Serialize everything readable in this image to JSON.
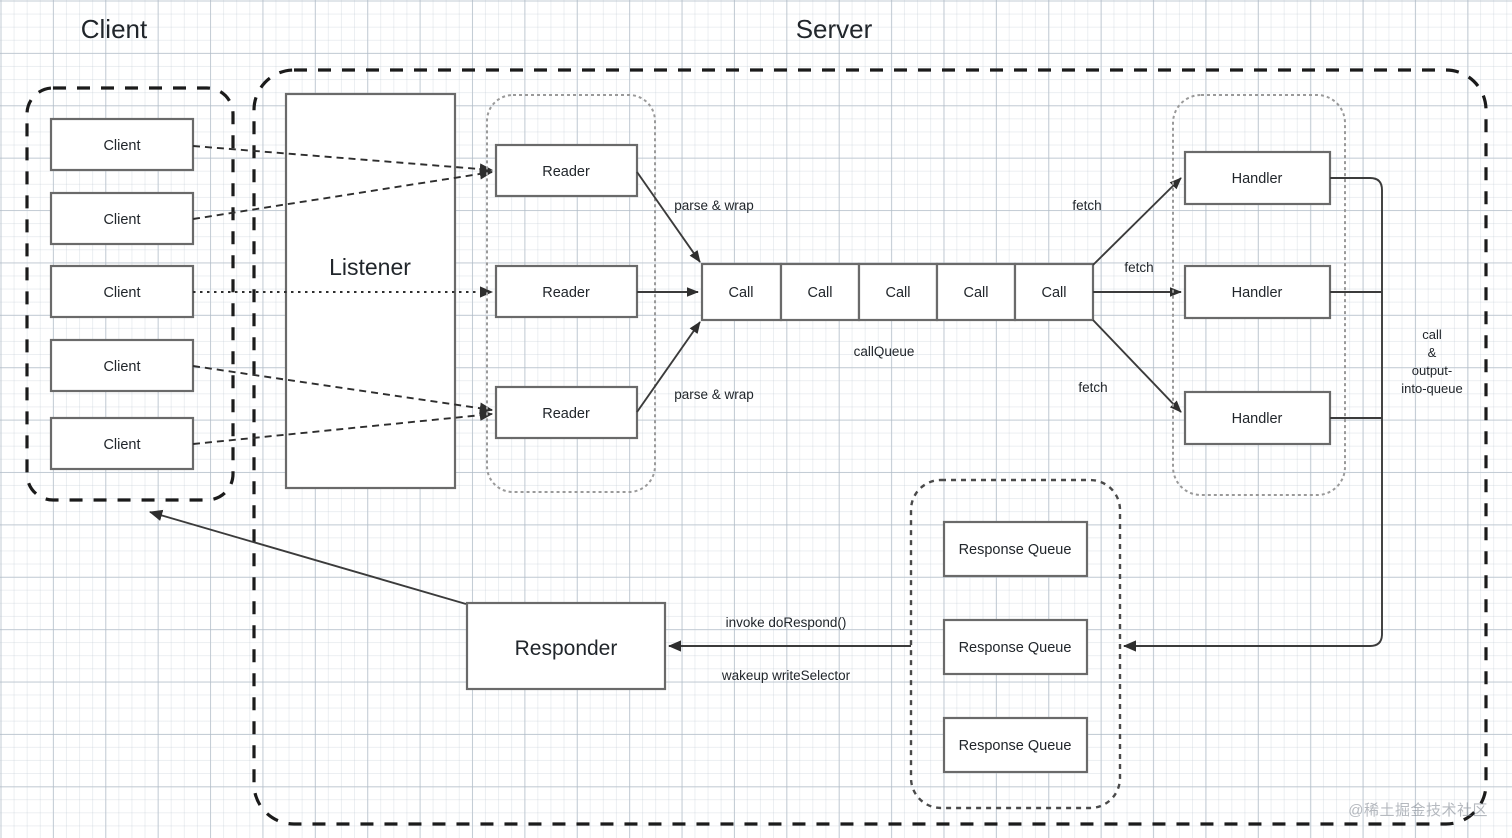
{
  "diagram": {
    "title_client": "Client",
    "title_server": "Server",
    "watermark": "@稀土掘金技术社区",
    "colors": {
      "box_stroke": "#6a6a6a",
      "group_stroke": "#9a9a9a",
      "outer_stroke": "#1b1b1b",
      "connector": "#3b3b3b",
      "text": "#21262b",
      "grid_minor": "#bec8d2",
      "grid_major": "#96a5b4",
      "background": "#ffffff"
    }
  },
  "client_zone": {
    "label": "Client",
    "clients": [
      {
        "label": "Client"
      },
      {
        "label": "Client"
      },
      {
        "label": "Client"
      },
      {
        "label": "Client"
      },
      {
        "label": "Client"
      }
    ]
  },
  "server_zone": {
    "label": "Server",
    "listener": {
      "label": "Listener"
    },
    "readers": [
      {
        "label": "Reader"
      },
      {
        "label": "Reader"
      },
      {
        "label": "Reader"
      }
    ],
    "call_queue": {
      "label": "callQueue",
      "cells": [
        {
          "label": "Call"
        },
        {
          "label": "Call"
        },
        {
          "label": "Call"
        },
        {
          "label": "Call"
        },
        {
          "label": "Call"
        }
      ]
    },
    "handlers": [
      {
        "label": "Handler"
      },
      {
        "label": "Handler"
      },
      {
        "label": "Handler"
      }
    ],
    "response_queues": [
      {
        "label": "Response Queue"
      },
      {
        "label": "Response Queue"
      },
      {
        "label": "Response Queue"
      }
    ],
    "responder": {
      "label": "Responder"
    }
  },
  "edges": {
    "parse_wrap_top": "parse & wrap",
    "parse_wrap_bottom": "parse & wrap",
    "fetch_top": "fetch",
    "fetch_mid": "fetch",
    "fetch_bottom": "fetch",
    "call_output_line1": "call",
    "call_output_line2": "&",
    "call_output_line3": "output-",
    "call_output_line4": "into-queue",
    "invoke_dorespond": "invoke doRespond()",
    "wakeup_writeselector": "wakeup writeSelector"
  }
}
